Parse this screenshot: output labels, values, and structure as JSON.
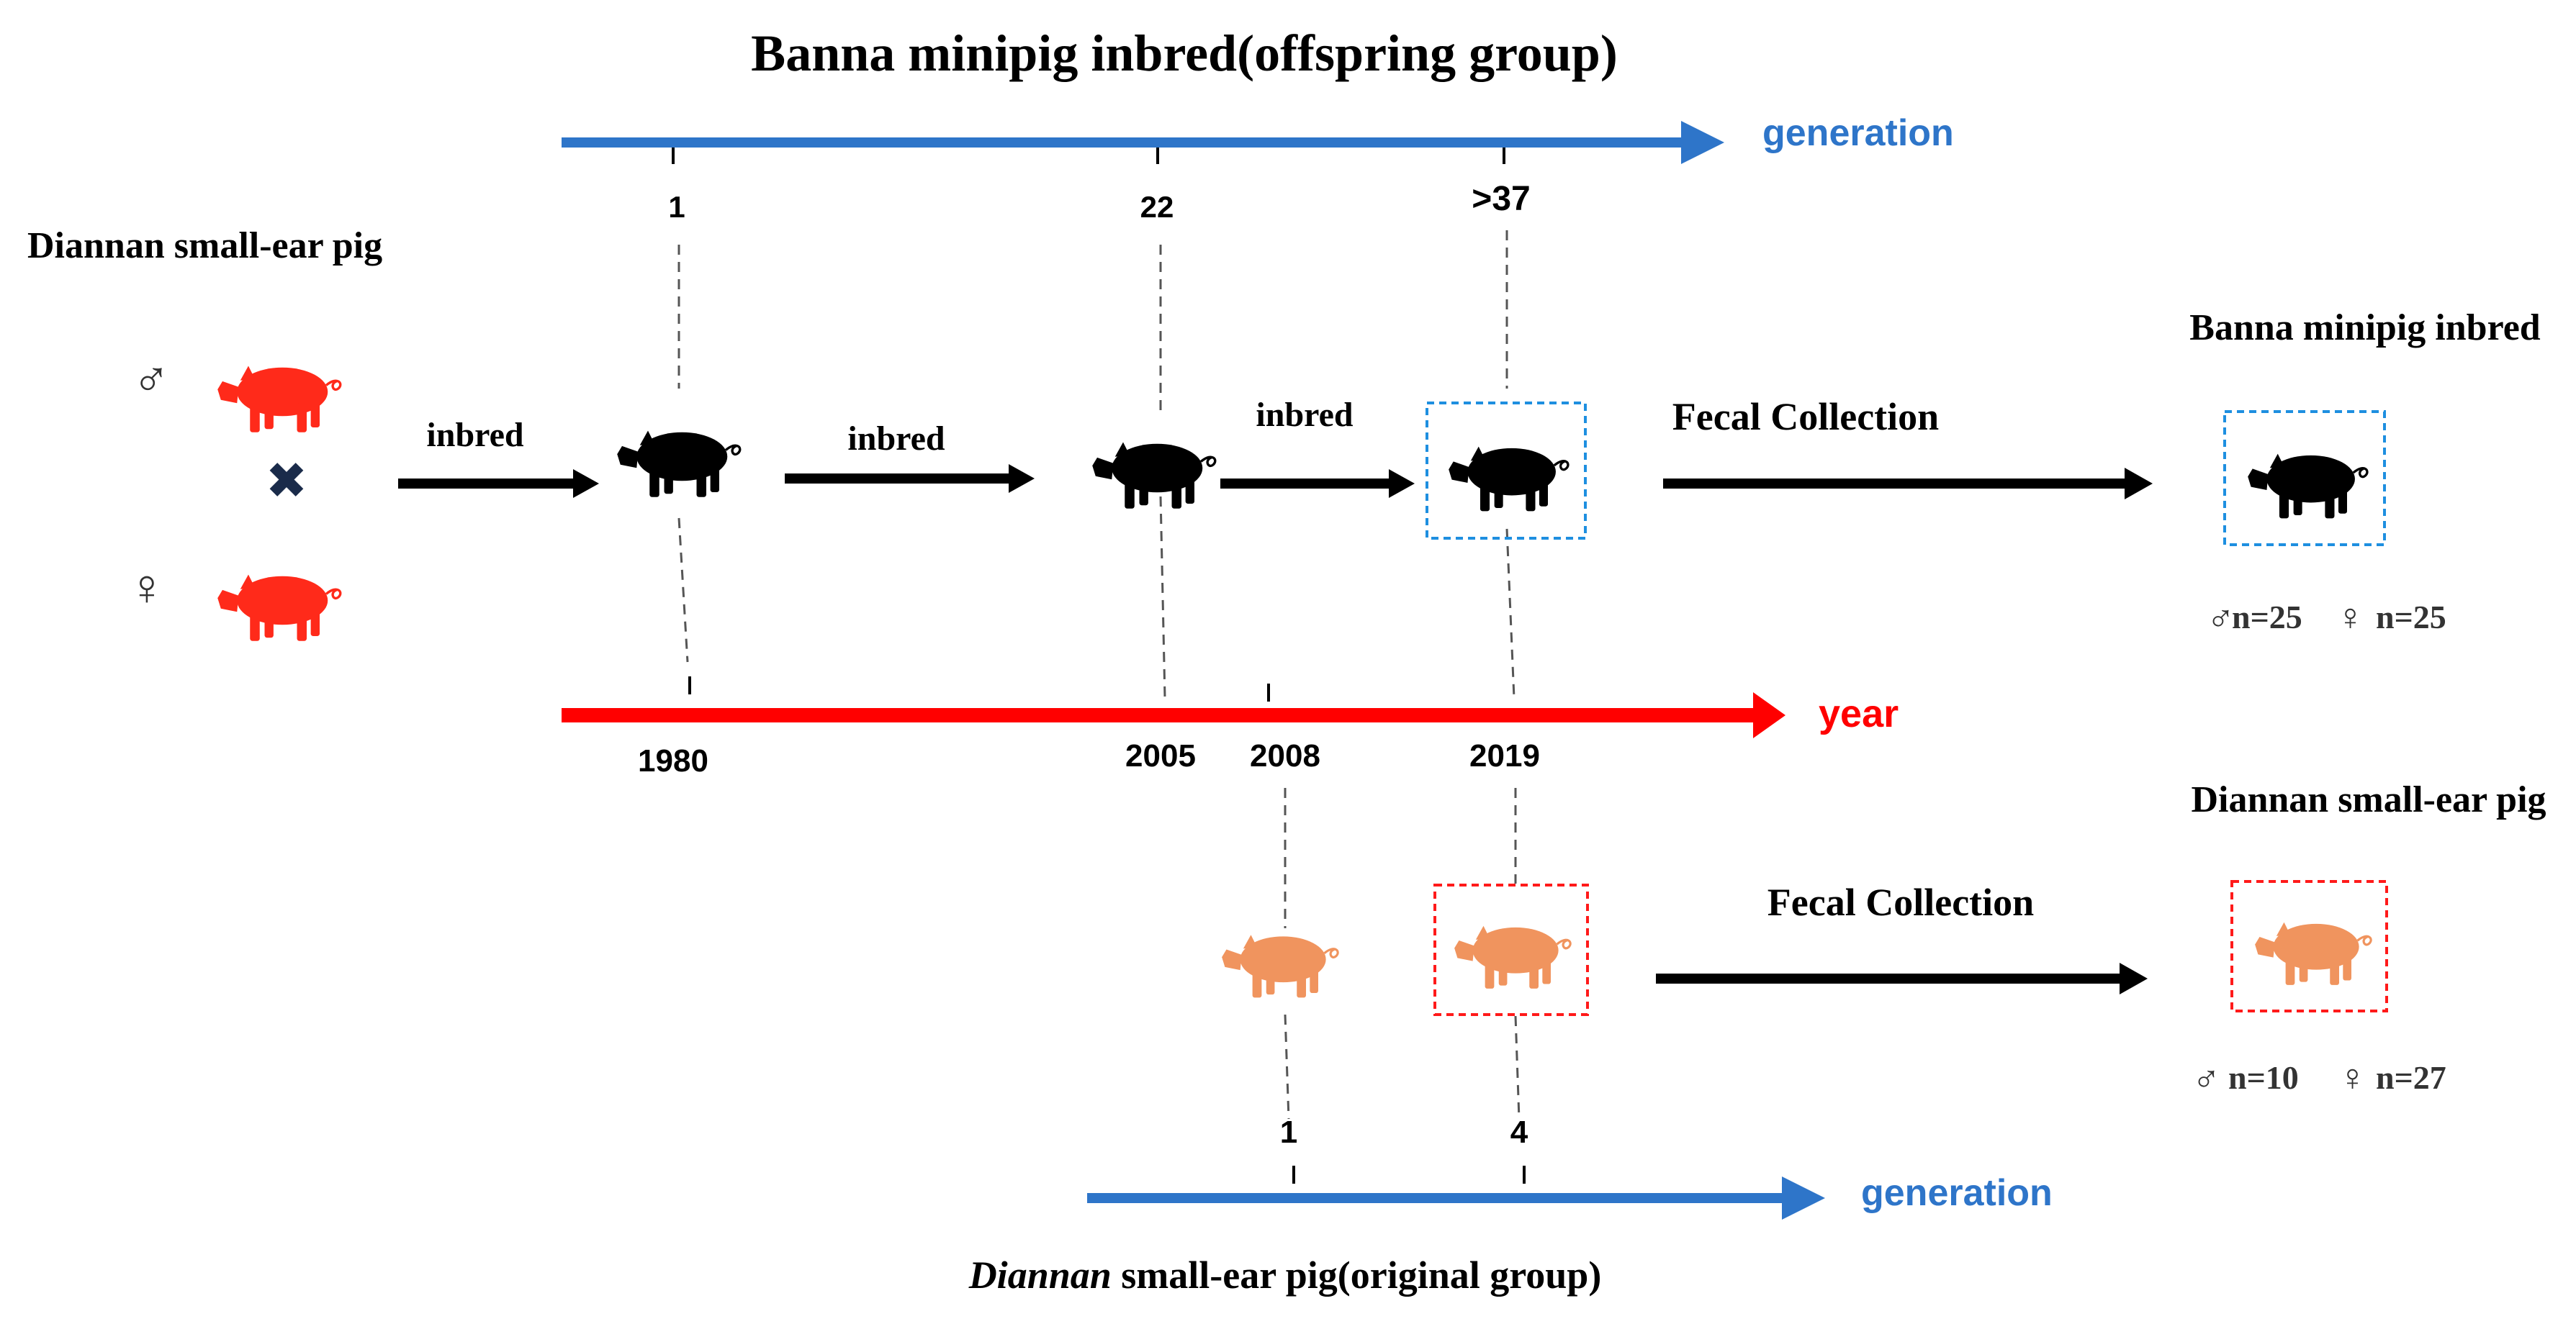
{
  "title": "Banna minipig inbred(offspring group)",
  "bottom_title": {
    "italic_part": "Diannan",
    "rest": " small-ear pig(original group)"
  },
  "axes": {
    "top_generation": {
      "label": "generation",
      "ticks": [
        "1",
        "22",
        ">37"
      ]
    },
    "year": {
      "label": "year",
      "ticks": [
        "1980",
        "2005",
        "2008",
        "2019"
      ]
    },
    "bottom_generation": {
      "label": "generation",
      "ticks": [
        "1",
        "4"
      ]
    }
  },
  "parents": {
    "label": "Diannan small-ear pig",
    "male_symbol": "♂",
    "female_symbol": "♀",
    "cross_symbol": "✖"
  },
  "edges": {
    "inbred_1": "inbred",
    "inbred_2": "inbred",
    "inbred_3": "inbred",
    "fecal_top": "Fecal Collection",
    "fecal_bottom": "Fecal Collection"
  },
  "groups": {
    "banna": {
      "label": "Banna minipig inbred",
      "male_symbol": "♂",
      "male_count": "n=25",
      "female_symbol": "♀",
      "female_count": "n=25"
    },
    "diannan": {
      "label": "Diannan small-ear pig",
      "male_symbol": "♂",
      "male_count": "n=10",
      "female_symbol": "♀",
      "female_count": "n=27"
    }
  },
  "colors": {
    "blue": "#2E75C9",
    "red": "#FF0000",
    "parent_pig": "#FF2A1A",
    "banna_pig": "#000000",
    "diannan_pig": "#F0945E",
    "box_blue": "#1E8FE0",
    "box_red": "#FF1A1A"
  },
  "icons": {
    "pig": "pig-silhouette-icon",
    "cross": "cross-icon"
  }
}
